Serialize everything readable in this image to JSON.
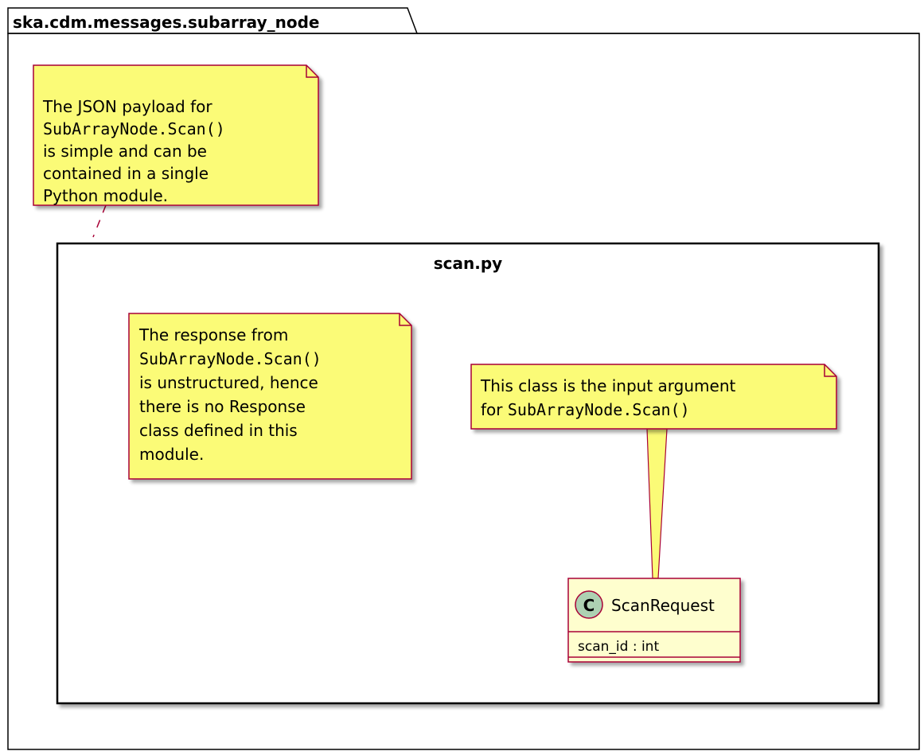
{
  "package": {
    "name": "ska.cdm.messages.subarray_node"
  },
  "module": {
    "name": "scan.py"
  },
  "notes": {
    "payload": {
      "lines": [
        [
          {
            "t": "The JSON payload for",
            "m": false
          }
        ],
        [
          {
            "t": "SubArrayNode.Scan()",
            "m": true
          }
        ],
        [
          {
            "t": "is simple and can be",
            "m": false
          }
        ],
        [
          {
            "t": "contained in a single",
            "m": false
          }
        ],
        [
          {
            "t": "Python module.",
            "m": false
          }
        ]
      ]
    },
    "response": {
      "lines": [
        [
          {
            "t": "The response from",
            "m": false
          }
        ],
        [
          {
            "t": "SubArrayNode.Scan()",
            "m": true
          }
        ],
        [
          {
            "t": "is unstructured, hence",
            "m": false
          }
        ],
        [
          {
            "t": "there is no Response",
            "m": false
          }
        ],
        [
          {
            "t": "class defined in this",
            "m": false
          }
        ],
        [
          {
            "t": "module.",
            "m": false
          }
        ]
      ]
    },
    "input": {
      "lines": [
        [
          {
            "t": "This class is the input argument",
            "m": false
          }
        ],
        [
          {
            "t": "for ",
            "m": false
          },
          {
            "t": "SubArrayNode.Scan()",
            "m": true
          }
        ]
      ]
    }
  },
  "class": {
    "stereotype": "C",
    "name": "ScanRequest",
    "attributes": [
      "scan_id : int"
    ]
  },
  "colors": {
    "note_fill": "#FBFB77",
    "note_border": "#A80036",
    "class_fill": "#FEFECE",
    "class_border": "#A80036",
    "circle_fill": "#ADD1B2",
    "shadow": "#c8c8c8",
    "frame": "#000000"
  }
}
